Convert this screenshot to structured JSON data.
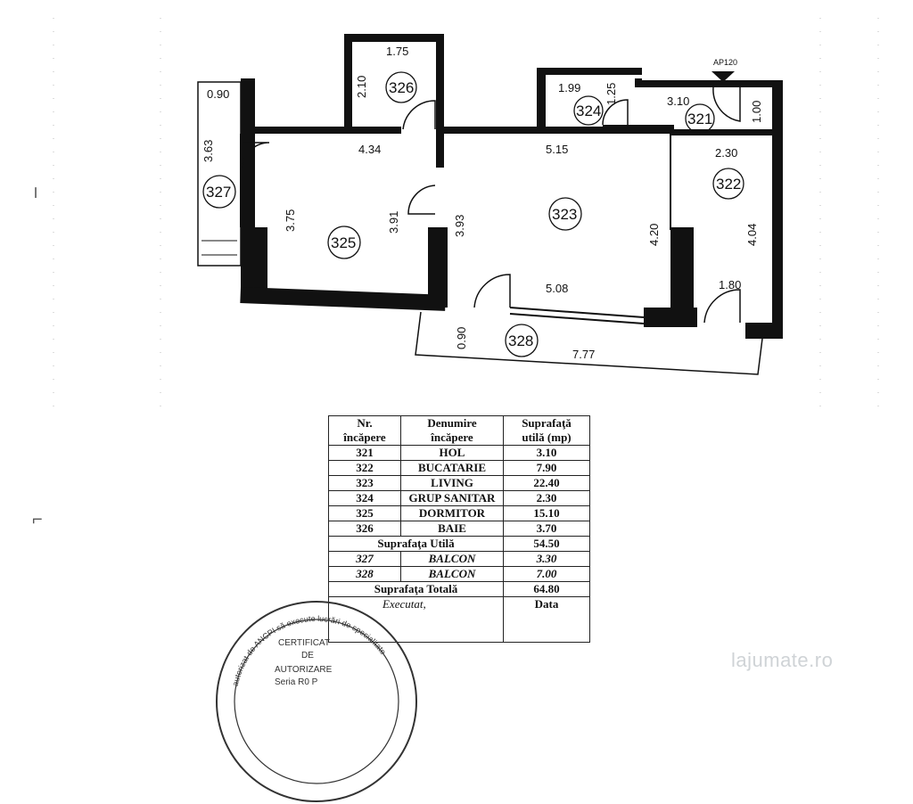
{
  "plan": {
    "dimensions": {
      "d_090_top": "0.90",
      "d_363": "3.63",
      "d_175": "1.75",
      "d_210": "2.10",
      "d_199": "1.99",
      "d_125": "1.25",
      "d_310": "3.10",
      "d_100": "1.00",
      "d_434": "4.34",
      "d_515": "5.15",
      "d_230": "2.30",
      "d_375": "3.75",
      "d_391": "3.91",
      "d_393": "3.93",
      "d_420": "4.20",
      "d_404": "4.04",
      "d_508": "5.08",
      "d_180": "1.80",
      "d_090_bal": "0.90",
      "d_777": "7.77"
    },
    "room_labels": {
      "r321": "321",
      "r322": "322",
      "r323": "323",
      "r324": "324",
      "r325": "325",
      "r326": "326",
      "r327": "327",
      "r328": "328"
    },
    "entrance_label": "AP120"
  },
  "table": {
    "headers": {
      "nr": [
        "Nr.",
        "încăpere"
      ],
      "name": [
        "Denumire",
        "încăpere"
      ],
      "area": [
        "Suprafaţă",
        "utilă (mp)"
      ]
    },
    "rows": [
      {
        "nr": "321",
        "name": "HOL",
        "area": "3.10"
      },
      {
        "nr": "322",
        "name": "BUCATARIE",
        "area": "7.90"
      },
      {
        "nr": "323",
        "name": "LIVING",
        "area": "22.40"
      },
      {
        "nr": "324",
        "name": "GRUP SANITAR",
        "area": "2.30"
      },
      {
        "nr": "325",
        "name": "DORMITOR",
        "area": "15.10"
      },
      {
        "nr": "326",
        "name": "BAIE",
        "area": "3.70"
      }
    ],
    "useful_label": "Suprafaţa Utilă",
    "useful_value": "54.50",
    "balcony_rows": [
      {
        "nr": "327",
        "name": "BALCON",
        "area": "3.30"
      },
      {
        "nr": "328",
        "name": "BALCON",
        "area": "7.00"
      }
    ],
    "total_label": "Suprafaţa Totală",
    "total_value": "64.80",
    "footer_executed": "Executat,",
    "footer_date": "Data"
  },
  "stamp": {
    "l1": "CERTIFICAT",
    "l2": "DE",
    "l3": "AUTORIZARE",
    "l4": "Seria R0 P",
    "ring": "autorizat de ANCPI să execute lucrări de specialitate"
  },
  "watermark": "lajumate.ro"
}
